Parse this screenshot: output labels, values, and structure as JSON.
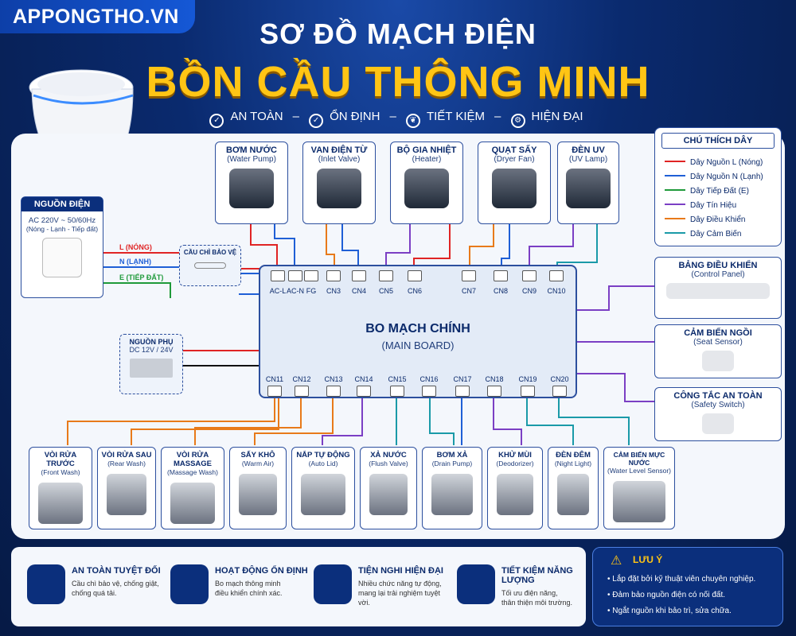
{
  "brand": "APPONGTHO.VN",
  "title_line1": "SƠ ĐỒ MẠCH ĐIỆN",
  "title_line2": "BỒN CẦU THÔNG MINH",
  "tagline": [
    "AN TOÀN",
    "ỔN ĐỊNH",
    "TIẾT KIỆM",
    "HIỆN ĐẠI"
  ],
  "tagline_sep": "–",
  "power": {
    "title": "NGUỒN ĐIỆN",
    "line1": "AC 220V ~ 50/60Hz",
    "line2": "(Nóng - Lạnh - Tiếp đất)",
    "l_label": "L (NÓNG)",
    "n_label": "N (LẠNH)",
    "e_label": "E (TIẾP ĐẤT)"
  },
  "fuse": "CẦU CHÌ BẢO VỆ",
  "aux_power": {
    "title": "NGUỒN PHỤ",
    "sub": "DC 12V / 24V"
  },
  "main_board": {
    "title": "BO MẠCH CHÍNH",
    "sub": "(MAIN BOARD)"
  },
  "top_devices": [
    {
      "name": "BƠM NƯỚC",
      "sub": "(Water Pump)"
    },
    {
      "name": "VAN ĐIỆN TỪ",
      "sub": "(Inlet Valve)"
    },
    {
      "name": "BỘ GIA NHIỆT",
      "sub": "(Heater)"
    },
    {
      "name": "QUẠT SẤY",
      "sub": "(Dryer Fan)"
    },
    {
      "name": "ĐÈN UV",
      "sub": "(UV Lamp)"
    }
  ],
  "top_connectors": [
    "AC-L",
    "AC-N",
    "FG",
    "CN3",
    "CN4",
    "CN5",
    "CN6",
    "CN7",
    "CN8",
    "CN9",
    "CN10"
  ],
  "bottom_connectors": [
    "CN11",
    "CN12",
    "CN13",
    "CN14",
    "CN15",
    "CN16",
    "CN17",
    "CN18",
    "CN19",
    "CN20"
  ],
  "legend": {
    "title": "CHÚ THÍCH DÂY",
    "items": [
      {
        "label": "Dây Nguồn L (Nóng)",
        "color": "#e02424"
      },
      {
        "label": "Dây Nguồn N (Lạnh)",
        "color": "#1f5fd6"
      },
      {
        "label": "Dây Tiếp Đất (E)",
        "color": "#1f9a3a"
      },
      {
        "label": "Dây Tín Hiệu",
        "color": "#7b3fc4"
      },
      {
        "label": "Dây Điều Khiển",
        "color": "#e87a1a"
      },
      {
        "label": "Dây Cảm Biến",
        "color": "#1a9aa8"
      }
    ]
  },
  "right_devices": [
    {
      "name": "BẢNG ĐIỀU KHIỂN",
      "sub": "(Control Panel)"
    },
    {
      "name": "CẢM BIẾN NGỒI",
      "sub": "(Seat Sensor)"
    },
    {
      "name": "CÔNG TẮC AN TOÀN",
      "sub": "(Safety Switch)"
    }
  ],
  "bottom_devices": [
    {
      "name": "VÒI RỬA TRƯỚC",
      "sub": "(Front Wash)"
    },
    {
      "name": "VÒI RỬA SAU",
      "sub": "(Rear Wash)"
    },
    {
      "name": "VÒI RỬA MASSAGE",
      "sub": "(Massage Wash)"
    },
    {
      "name": "SẤY KHÔ",
      "sub": "(Warm Air)"
    },
    {
      "name": "NẮP TỰ ĐỘNG",
      "sub": "(Auto Lid)"
    },
    {
      "name": "XẢ NƯỚC",
      "sub": "(Flush Valve)"
    },
    {
      "name": "BƠM XẢ",
      "sub": "(Drain Pump)"
    },
    {
      "name": "KHỬ MÙI",
      "sub": "(Deodorizer)"
    },
    {
      "name": "ĐÈN ĐÊM",
      "sub": "(Night Light)"
    },
    {
      "name": "CẢM BIẾN MỰC NƯỚC",
      "sub": "(Water Level Sensor)"
    }
  ],
  "features": [
    {
      "title": "AN TOÀN TUYỆT ĐỐI",
      "l1": "Cầu chì bảo vệ, chống giật,",
      "l2": "chống quá tải."
    },
    {
      "title": "HOẠT ĐỘNG ỔN ĐỊNH",
      "l1": "Bo mạch thông minh",
      "l2": "điều khiển chính xác."
    },
    {
      "title": "TIỆN NGHI HIỆN ĐẠI",
      "l1": "Nhiều chức năng tự động,",
      "l2": "mang lại trải nghiệm tuyệt vời."
    },
    {
      "title": "TIẾT KIỆM NĂNG LƯỢNG",
      "l1": "Tối ưu điện năng,",
      "l2": "thân thiện môi trường."
    }
  ],
  "note": {
    "title": "LƯU Ý",
    "items": [
      "• Lắp đặt bởi kỹ thuật viên chuyên nghiệp.",
      "• Đảm bảo nguồn điện có nối đất.",
      "• Ngắt nguồn khi bảo trì, sửa chữa."
    ]
  }
}
